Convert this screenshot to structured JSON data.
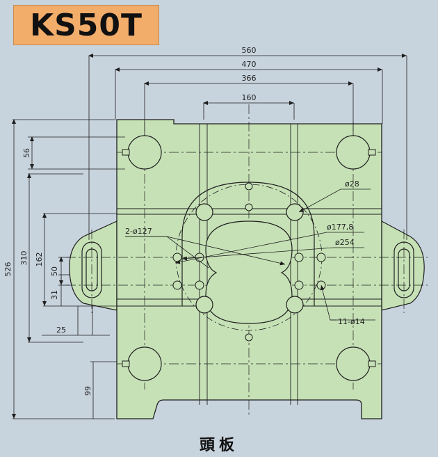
{
  "title": "KS50T",
  "caption": "頭板",
  "dimensions": {
    "w560": "560",
    "w470": "470",
    "w366": "366",
    "w160": "160",
    "h526": "526",
    "h310": "310",
    "h162": "162",
    "h56": "56",
    "h50": "50",
    "h31": "31",
    "h99": "99",
    "w25": "25"
  },
  "callouts": {
    "d28": "ø28",
    "d177": "ø177,8",
    "d254": "ø254",
    "holes127": "2-ø127",
    "holes14": "11-ø14"
  },
  "colors": {
    "background": "#c7d3dd",
    "plate": "#c6e1b6",
    "title_box": "#f3ad6a",
    "line": "#1e1e1e"
  }
}
